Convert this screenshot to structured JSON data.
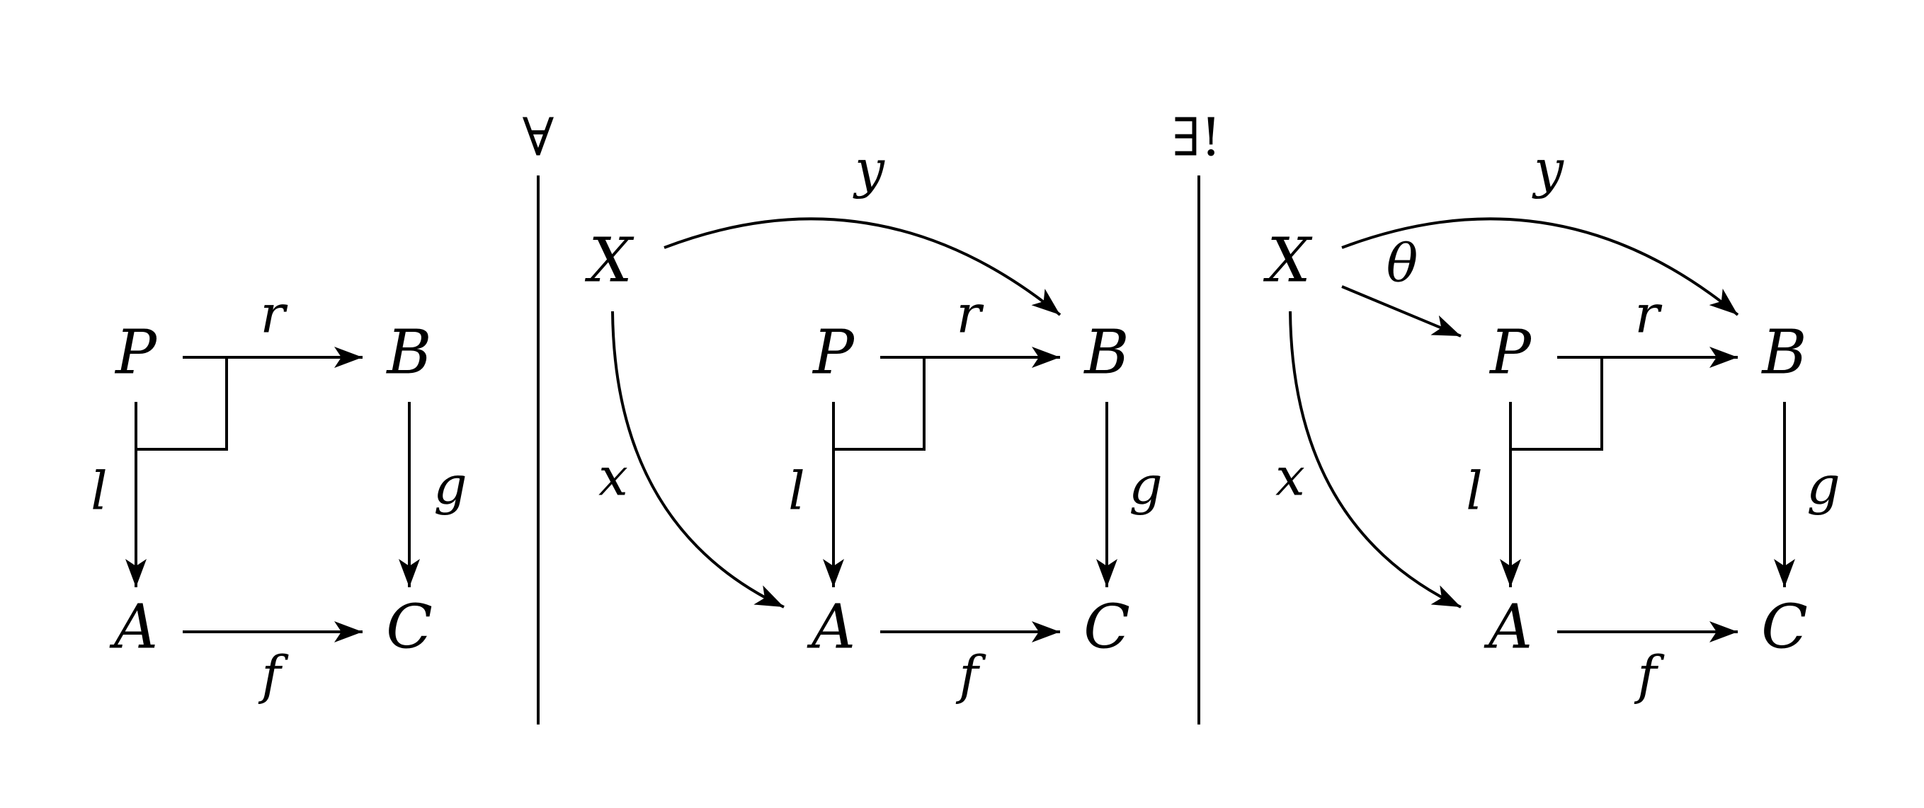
{
  "panels": [
    {
      "nodes": {
        "P": "P",
        "B": "B",
        "A": "A",
        "C": "C"
      },
      "arrows": {
        "r": "r",
        "g": "g",
        "l": "l",
        "f": "f"
      }
    },
    {
      "quantifier": "∀",
      "nodes": {
        "X": "X",
        "P": "P",
        "B": "B",
        "A": "A",
        "C": "C"
      },
      "arrows": {
        "y": "y",
        "x": "x",
        "r": "r",
        "g": "g",
        "l": "l",
        "f": "f"
      }
    },
    {
      "quantifier": "∃!",
      "nodes": {
        "X": "X",
        "P": "P",
        "B": "B",
        "A": "A",
        "C": "C"
      },
      "arrows": {
        "y": "y",
        "theta": "θ",
        "x": "x",
        "r": "r",
        "g": "g",
        "l": "l",
        "f": "f"
      }
    }
  ]
}
